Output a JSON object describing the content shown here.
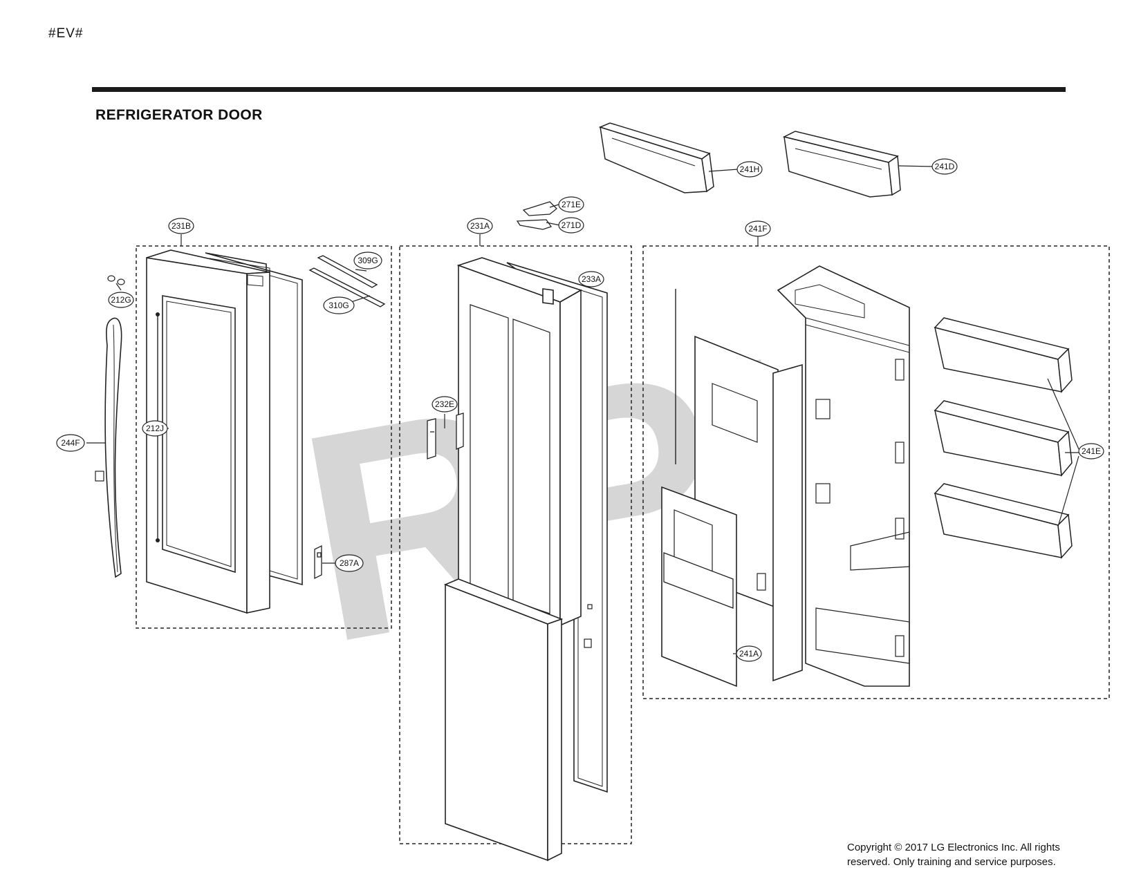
{
  "page": {
    "code": "#EV#",
    "section_title": "REFRIGERATOR DOOR",
    "watermark": "RPI",
    "copyright_line1": "Copyright © 2017 LG Electronics Inc. All rights",
    "copyright_line2": "reserved. Only training and service purposes."
  },
  "callouts": {
    "c231B": "231B",
    "c309G": "309G",
    "c310G": "310G",
    "c212G": "212G",
    "c212J": "212J",
    "c244F": "244F",
    "c287A": "287A",
    "c231A": "231A",
    "c233A": "233A",
    "c232E": "232E",
    "c271E": "271E",
    "c271D": "271D",
    "c241H": "241H",
    "c241D": "241D",
    "c241F": "241F",
    "c241E": "241E",
    "c241A": "241A"
  }
}
